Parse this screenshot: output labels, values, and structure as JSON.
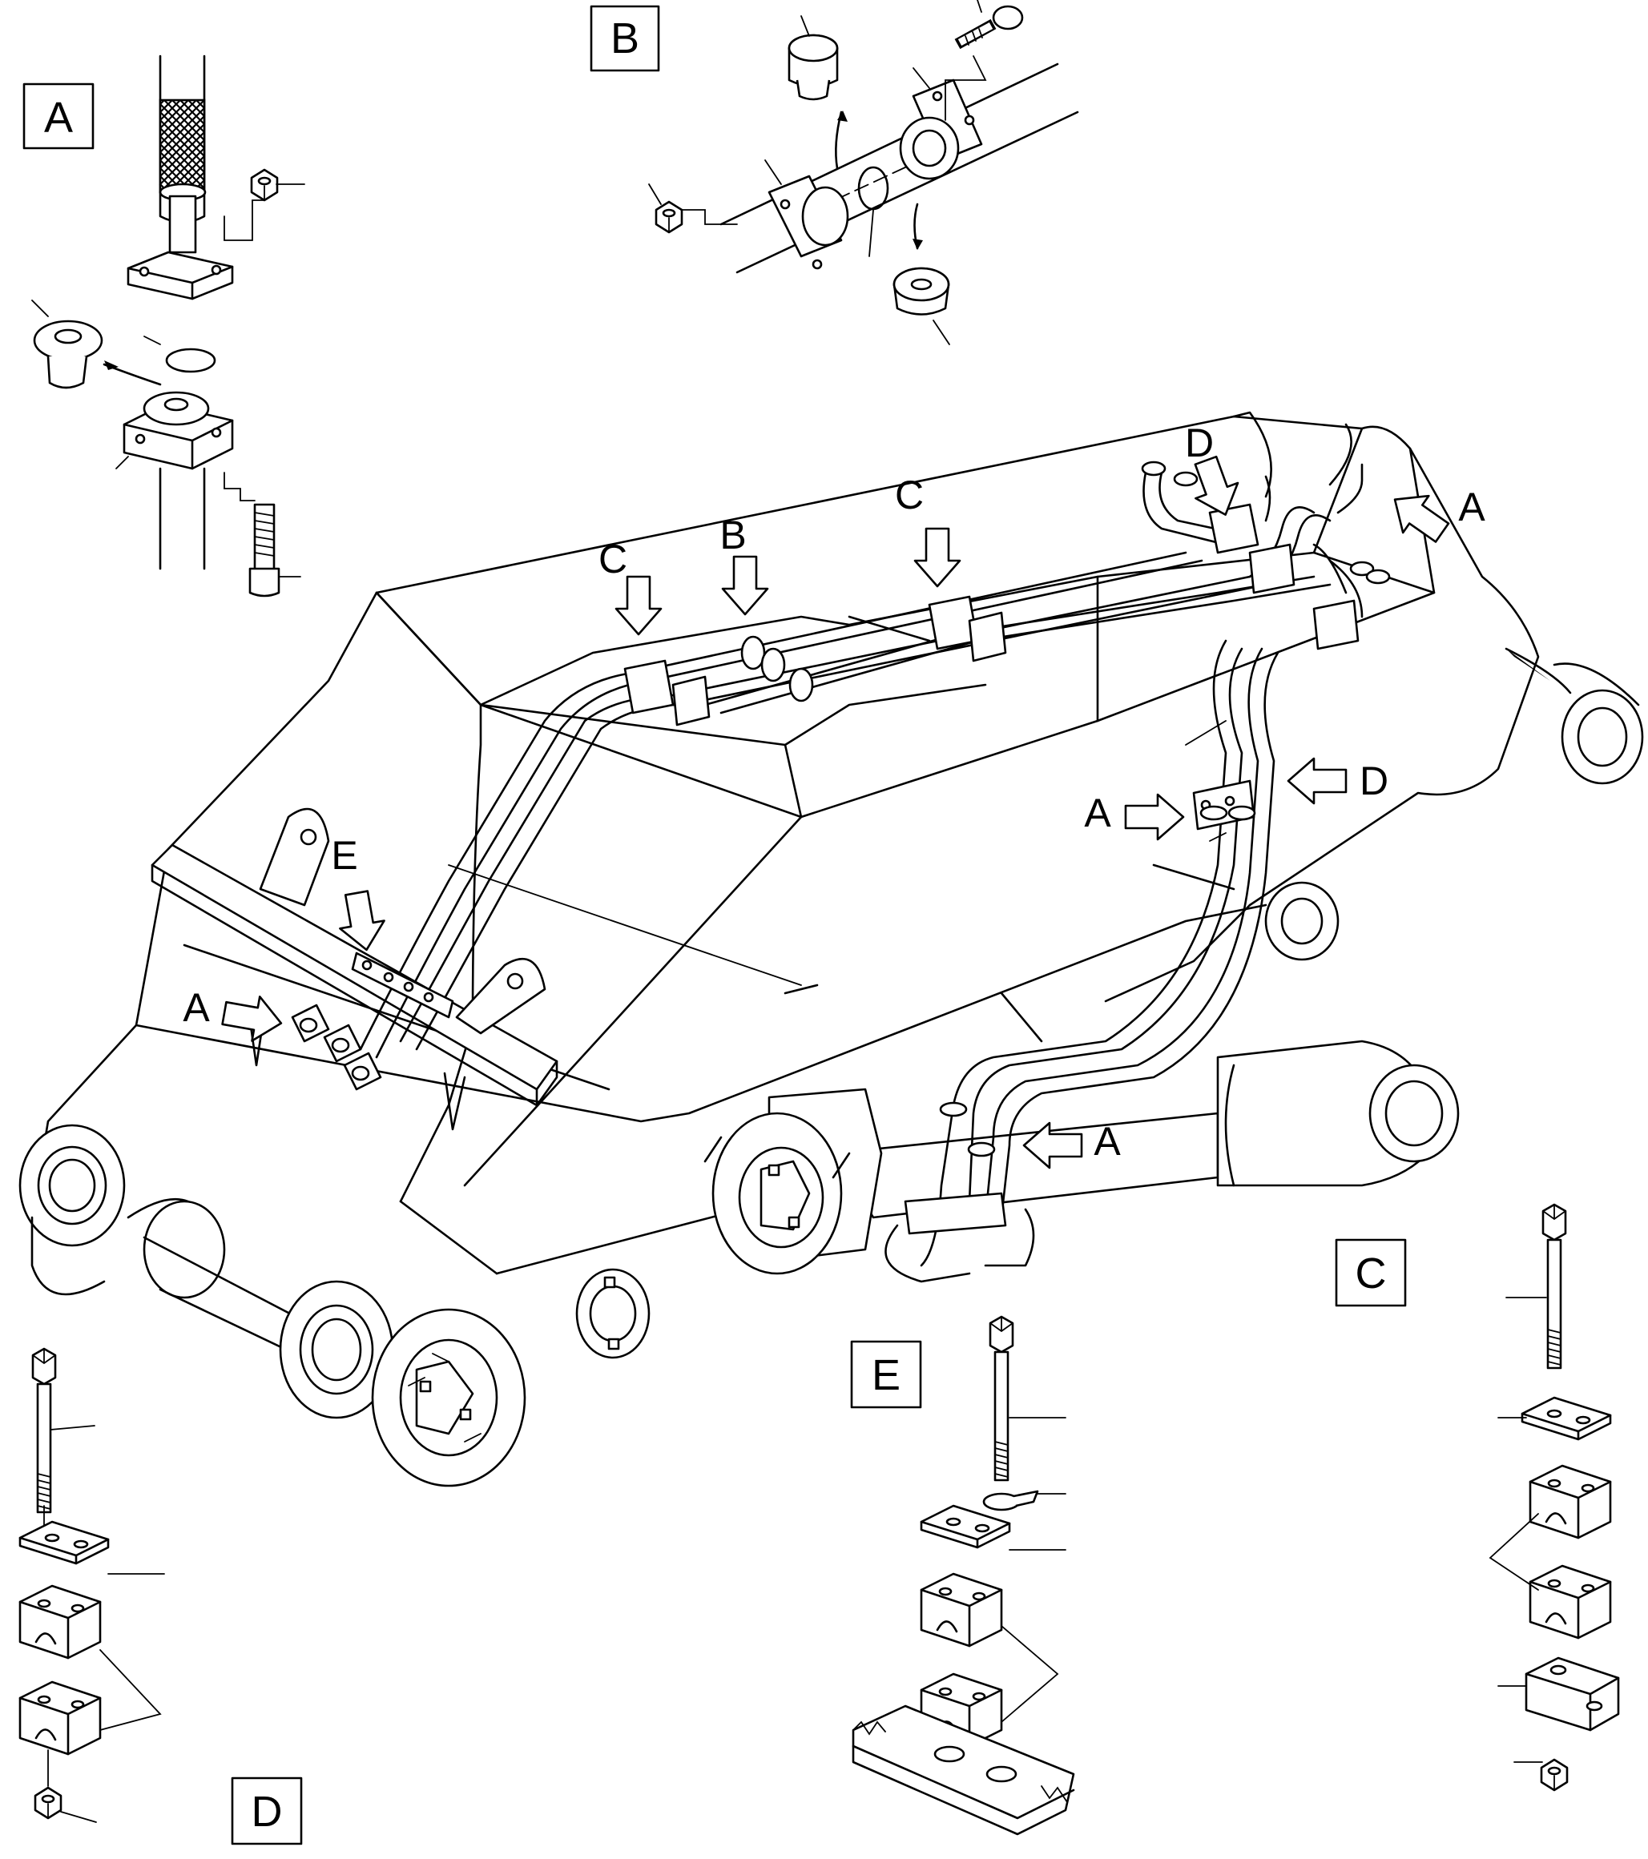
{
  "detail_boxes": {
    "A": "A",
    "B": "B",
    "C": "C",
    "D": "D",
    "E": "E"
  },
  "callouts": {
    "a_top_right": "A",
    "a_mid_right": "A",
    "a_left": "A",
    "a_bottom": "A",
    "b_top": "B",
    "c_left": "C",
    "c_mid": "C",
    "d_top": "D",
    "d_right": "D",
    "e_left": "E"
  }
}
